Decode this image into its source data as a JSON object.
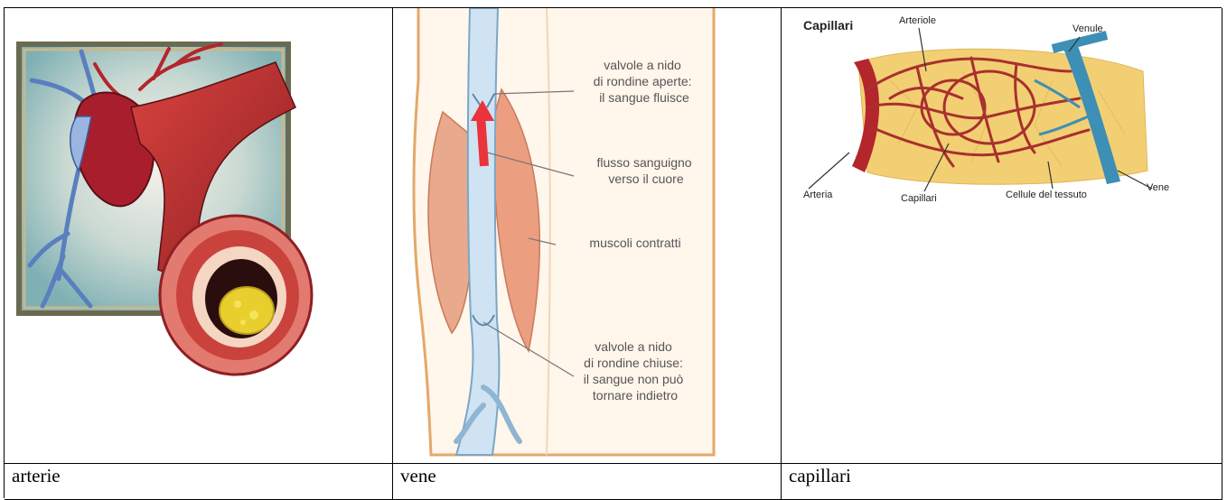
{
  "captions": {
    "col1": "arterie",
    "col2": "vene",
    "col3": "capillari"
  },
  "vein_figure": {
    "labels": {
      "valves_open": [
        "valvole a nido",
        "di rondine aperte:",
        "il sangue fluisce"
      ],
      "flow": [
        "flusso sanguigno",
        "verso il cuore"
      ],
      "muscles": [
        "muscoli contratti"
      ],
      "valves_closed": [
        "valvole a nido",
        "di rondine chiuse:",
        "il sangue non può",
        "tornare indietro"
      ]
    }
  },
  "capillary_figure": {
    "title": "Capillari",
    "labels": {
      "arteriole": "Arteriole",
      "venule": "Venule",
      "artery": "Arteria",
      "capillary": "Capillari",
      "tissue_cells": "Cellule del tessuto",
      "vein": "Vene"
    }
  },
  "colors": {
    "artery_red": "#b3262b",
    "vein_blue": "#3d8fb5",
    "tissue_yellow": "#f3cf73",
    "muscle": "#e9a98c"
  }
}
